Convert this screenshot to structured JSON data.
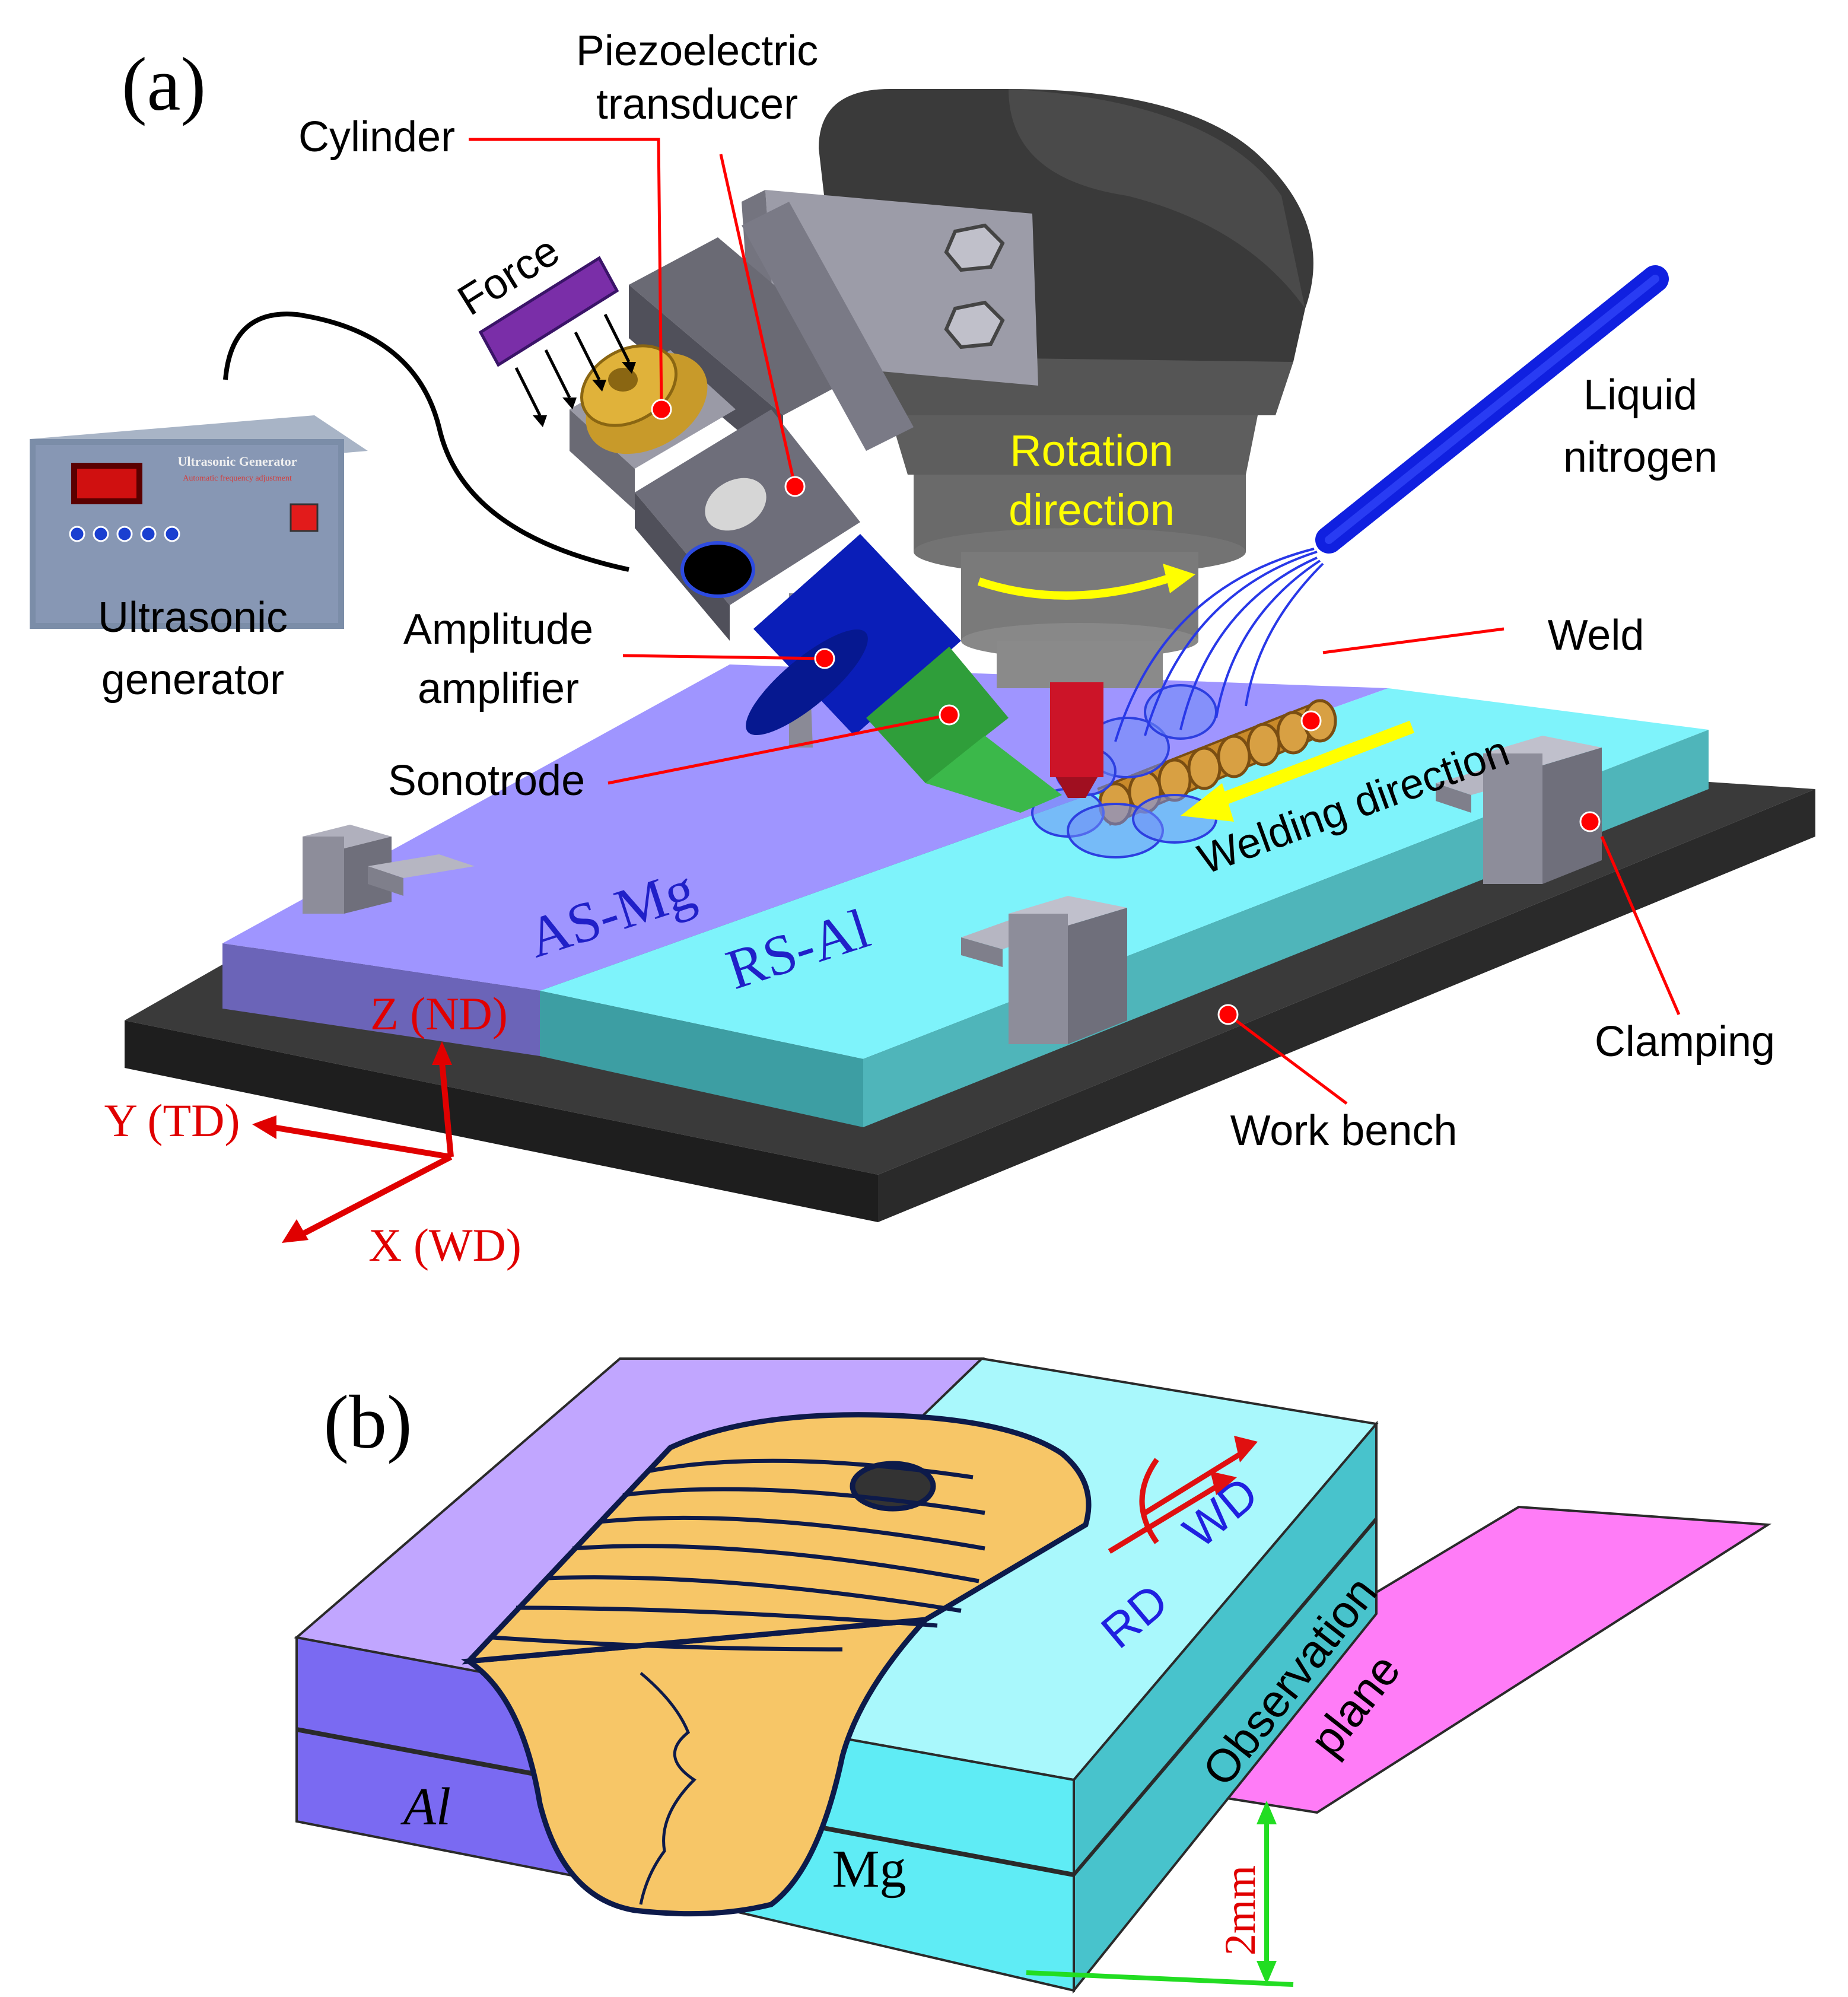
{
  "panel_a": {
    "panel_label": "(a)",
    "generator_title": "Ultrasonic Generator",
    "generator_subtitle": "Automatic frequency adjustment",
    "labels": {
      "piezo_line1": "Piezoelectric",
      "piezo_line2": "transducer",
      "cylinder": "Cylinder",
      "force": "Force",
      "ultrasonic_line1": "Ultrasonic",
      "ultrasonic_line2": "generator",
      "amplitude_line1": "Amplitude",
      "amplitude_line2": "amplifier",
      "sonotrode": "Sonotrode",
      "rotation_line1": "Rotation",
      "rotation_line2": "direction",
      "liquid_line1": "Liquid",
      "liquid_line2": "nitrogen",
      "weld": "Weld",
      "welding_direction": "Welding direction",
      "clamping": "Clamping",
      "work_bench": "Work bench",
      "as_mg": "AS-Mg",
      "rs_al": "RS-Al",
      "axis_z": "Z (ND)",
      "axis_y": "Y (TD)",
      "axis_x": "X (WD)"
    }
  },
  "panel_b": {
    "panel_label": "(b)",
    "labels": {
      "al": "Al",
      "mg": "Mg",
      "rd": "RD",
      "wd": "WD",
      "observation_line1": "Observation",
      "observation_line2": "plane",
      "thickness": "2mm"
    }
  },
  "colors": {
    "mg_plate": "#9f95ff",
    "al_plate": "#7ef3fb",
    "weld": "#f7c667",
    "bench": "#2b2b2b",
    "callout": "#ff0000",
    "arrow_yellow": "#ffff00",
    "nitrogen_blue": "#1020e0",
    "observation_plane": "#ff7cf7"
  }
}
